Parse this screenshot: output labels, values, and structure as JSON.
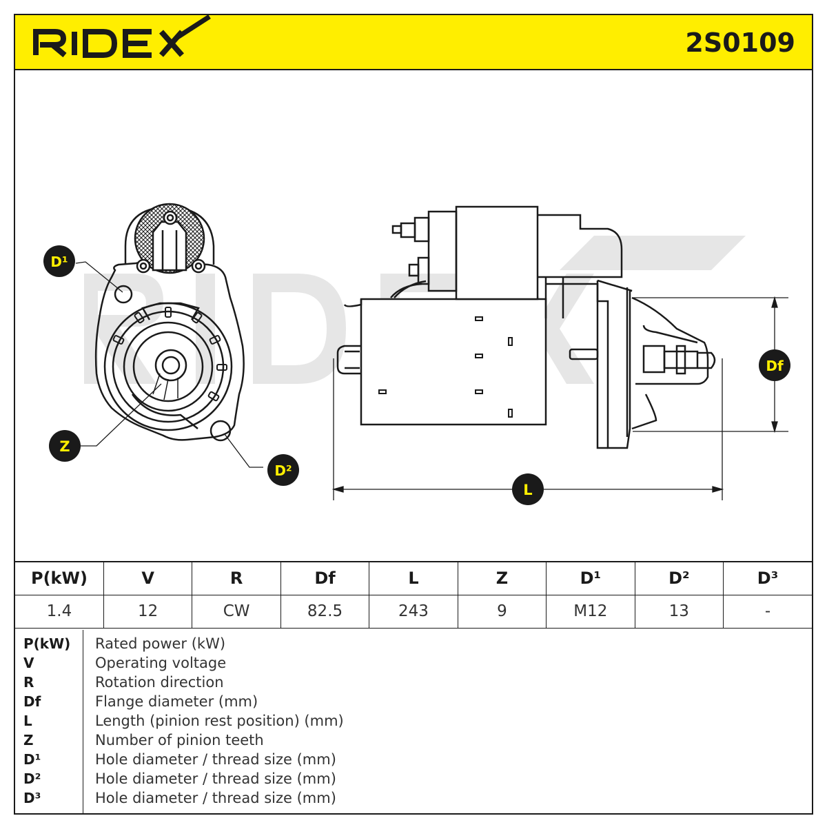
{
  "header": {
    "brand": "RIDEX",
    "part_number": "2S0109"
  },
  "drawing": {
    "callouts": {
      "d1": "D¹",
      "z": "Z",
      "d2": "D²",
      "df": "Df",
      "l": "L"
    }
  },
  "specs": {
    "headers": [
      "P(kW)",
      "V",
      "R",
      "Df",
      "L",
      "Z",
      "D¹",
      "D²",
      "D³"
    ],
    "values": [
      "1.4",
      "12",
      "CW",
      "82.5",
      "243",
      "9",
      "M12",
      "13",
      "-"
    ]
  },
  "legend": [
    {
      "key": "P(kW)",
      "desc": "Rated power (kW)"
    },
    {
      "key": "V",
      "desc": "Operating voltage"
    },
    {
      "key": "R",
      "desc": "Rotation direction"
    },
    {
      "key": "Df",
      "desc": "Flange diameter (mm)"
    },
    {
      "key": "L",
      "desc": "Length (pinion rest position) (mm)"
    },
    {
      "key": "Z",
      "desc": "Number of pinion teeth"
    },
    {
      "key": "D¹",
      "desc": "Hole diameter / thread size (mm)"
    },
    {
      "key": "D²",
      "desc": "Hole diameter / thread size (mm)"
    },
    {
      "key": "D³",
      "desc": "Hole diameter / thread size (mm)"
    }
  ],
  "colors": {
    "brand_yellow": "#ffee00",
    "ink": "#1a1a1a",
    "watermark": "#e6e6e6"
  }
}
